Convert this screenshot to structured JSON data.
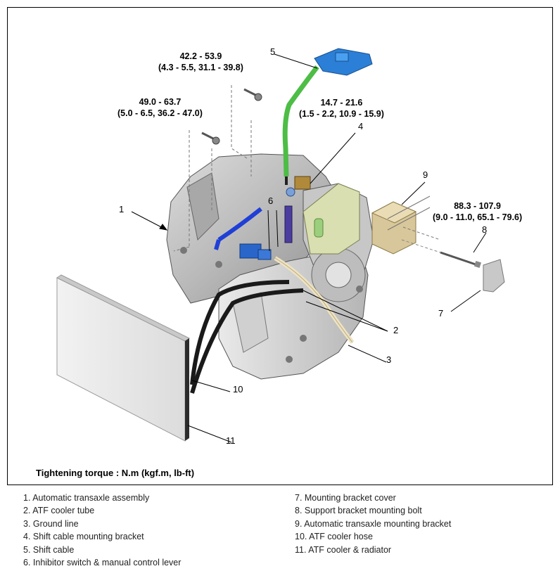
{
  "figure": {
    "torque_specs": {
      "top": {
        "line1": "42.2 - 53.9",
        "line2": "(4.3 - 5.5, 31.1 - 39.8)"
      },
      "left": {
        "line1": "49.0 - 63.7",
        "line2": "(5.0 - 6.5, 36.2 - 47.0)"
      },
      "cable_bracket": {
        "line1": "14.7 - 21.6",
        "line2": "(1.5 - 2.2, 10.9 - 15.9)"
      },
      "support_bolt": {
        "line1": "88.3 - 107.9",
        "line2": "(9.0 - 11.0, 65.1 - 79.6)"
      }
    },
    "callouts": [
      "1",
      "2",
      "3",
      "4",
      "5",
      "6",
      "7",
      "8",
      "9",
      "10",
      "11"
    ],
    "torque_unit_note": "Tightening torque : N.m (kgf.m, lb-ft)"
  },
  "legend": {
    "left_column": [
      "1. Automatic transaxle assembly",
      "2. ATF cooler tube",
      "3. Ground line",
      "4. Shift cable mounting bracket",
      "5. Shift cable",
      "6. Inhibitor switch & manual control lever"
    ],
    "right_column": [
      "7. Mounting bracket cover",
      "8. Support bracket mounting bolt",
      "9. Automatic transaxle mounting bracket",
      "10. ATF cooler hose",
      "11. ATF cooler & radiator"
    ]
  }
}
